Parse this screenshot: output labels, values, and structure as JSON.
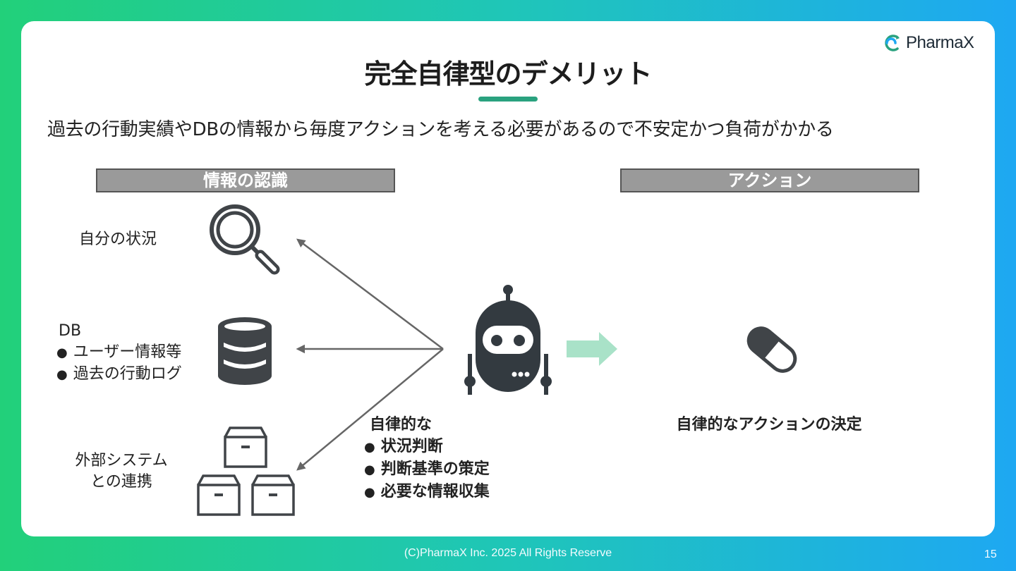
{
  "brand": {
    "name": "PharmaX",
    "accent": "#2aa27f",
    "icon": "pharmax-logo-icon"
  },
  "slide": {
    "title": "完全自律型のデメリット",
    "subtitle": "過去の行動実績やDBの情報から毎度アクションを考える必要があるので不安定かつ負荷がかかる"
  },
  "left_section": {
    "header": "情報の認識",
    "items": [
      {
        "label": "自分の状況",
        "icon": "magnifier-icon"
      },
      {
        "label": "DB",
        "bullets": [
          "ユーザー情報等",
          "過去の行動ログ"
        ],
        "icon": "database-icon"
      },
      {
        "label_lines": [
          "外部システム",
          "との連携"
        ],
        "icon": "boxes-icon"
      }
    ]
  },
  "agent": {
    "icon": "robot-icon",
    "heading": "自律的な",
    "bullets": [
      "状況判断",
      "判断基準の策定",
      "必要な情報収集"
    ]
  },
  "right_section": {
    "header": "アクション",
    "icon": "pill-icon",
    "caption": "自律的なアクションの決定"
  },
  "footer": {
    "copyright": "(C)PharmaX Inc. 2025  All Rights Reserve",
    "page": "15"
  }
}
